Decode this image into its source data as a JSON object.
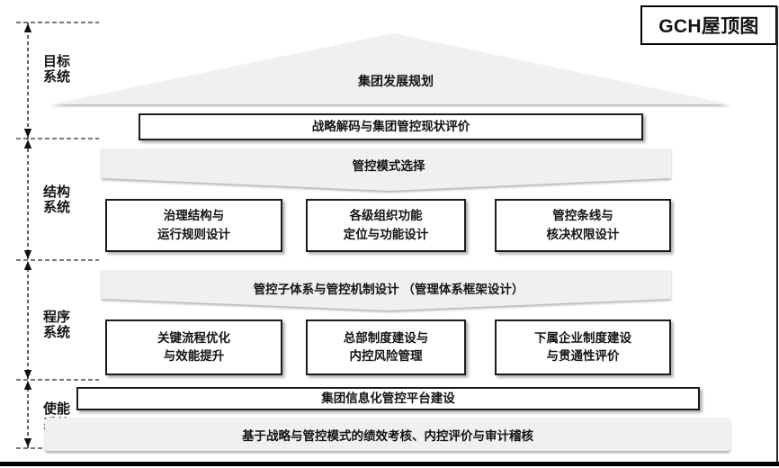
{
  "title": "GCH屋顶图",
  "colors": {
    "shape_fill": "#f0f0f0",
    "box_border": "#1c1c1c",
    "text": "#141414",
    "bottom_bar": "#000000"
  },
  "left_axis": {
    "sections": [
      {
        "label": "目标\n系统"
      },
      {
        "label": "结构\n系统"
      },
      {
        "label": "程序\n系统"
      },
      {
        "label": "使能\n系统"
      }
    ]
  },
  "diagram": {
    "roof_label": "集团发展规划",
    "strategy_bar": "战略解码与集团管控现状评价",
    "mode_banner": "管控模式选择",
    "structure_boxes": [
      "治理结构与\n运行规则设计",
      "各级组织功能\n定位与功能设计",
      "管控条线与\n核决权限设计"
    ],
    "mechanism_banner": "管控子体系与管控机制设计 （管理体系框架设计）",
    "procedure_boxes": [
      "关键流程优化\n与效能提升",
      "总部制度建设与\n内控风险管理",
      "下属企业制度建设\n与贯通性评价"
    ],
    "platform_bar": "集团信息化管控平台建设",
    "performance_bar": "基于战略与管控模式的绩效考核、内控评价与审计稽核"
  }
}
